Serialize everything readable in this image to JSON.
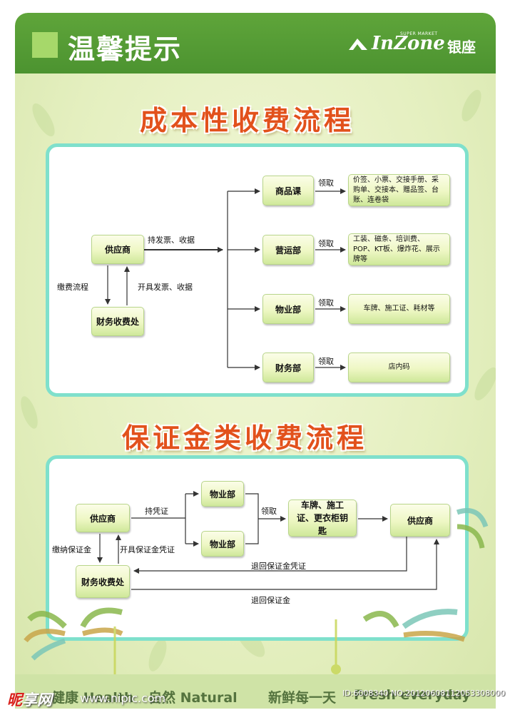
{
  "header": {
    "title": "温馨提示",
    "logo_brand": "InZone",
    "logo_super": "SUPER MARKET",
    "logo_cn": "银座"
  },
  "section1": {
    "title": "成本性收费流程",
    "nodes": {
      "supplier": "供应商",
      "finance": "财务收费处",
      "dept1": "商品课",
      "dept2": "营运部",
      "dept3": "物业部",
      "dept4": "财务部"
    },
    "details": {
      "d1": "价签、小票、交接手册、采购单、交接本、赠品签、台账、连卷袋",
      "d2": "工装、磁条、培训费、POP、KT板、爆炸花、展示牌等",
      "d3": "车牌、施工证、耗材等",
      "d4": "店内码"
    },
    "labels": {
      "hold": "持发票、收据",
      "pay_flow": "缴费流程",
      "issue": "开具发票、收据",
      "receive": "领取"
    }
  },
  "section2": {
    "title": "保证金类收费流程",
    "nodes": {
      "supplier": "供应商",
      "finance": "财务收费处",
      "property_a": "物业部",
      "property_b": "物业部",
      "items": "车牌、施工证、更衣柜钥匙",
      "supplier_end": "供应商"
    },
    "labels": {
      "hold_voucher": "持凭证",
      "pay_deposit": "缴纳保证金",
      "issue_voucher": "开具保证金凭证",
      "receive": "领取",
      "return_voucher": "退回保证金凭证",
      "return_deposit": "退回保证金"
    }
  },
  "footer": {
    "slogan_left": "健康 Health",
    "slogan_mid": "自然 Natural",
    "slogan_right_cn": "新鲜每一天",
    "slogan_right_en": "Fresh everyday"
  },
  "watermark": {
    "site_cn_a": "昵",
    "site_cn_b": "享网",
    "url": "www.nipic.com",
    "id_text": "ID:6008340 NO:20120608112053308000"
  },
  "colors": {
    "header_green": "#4c9330",
    "title_orange": "#e2511c",
    "panel_border": "#7fe0cc",
    "node_green": "#cfe89a"
  }
}
